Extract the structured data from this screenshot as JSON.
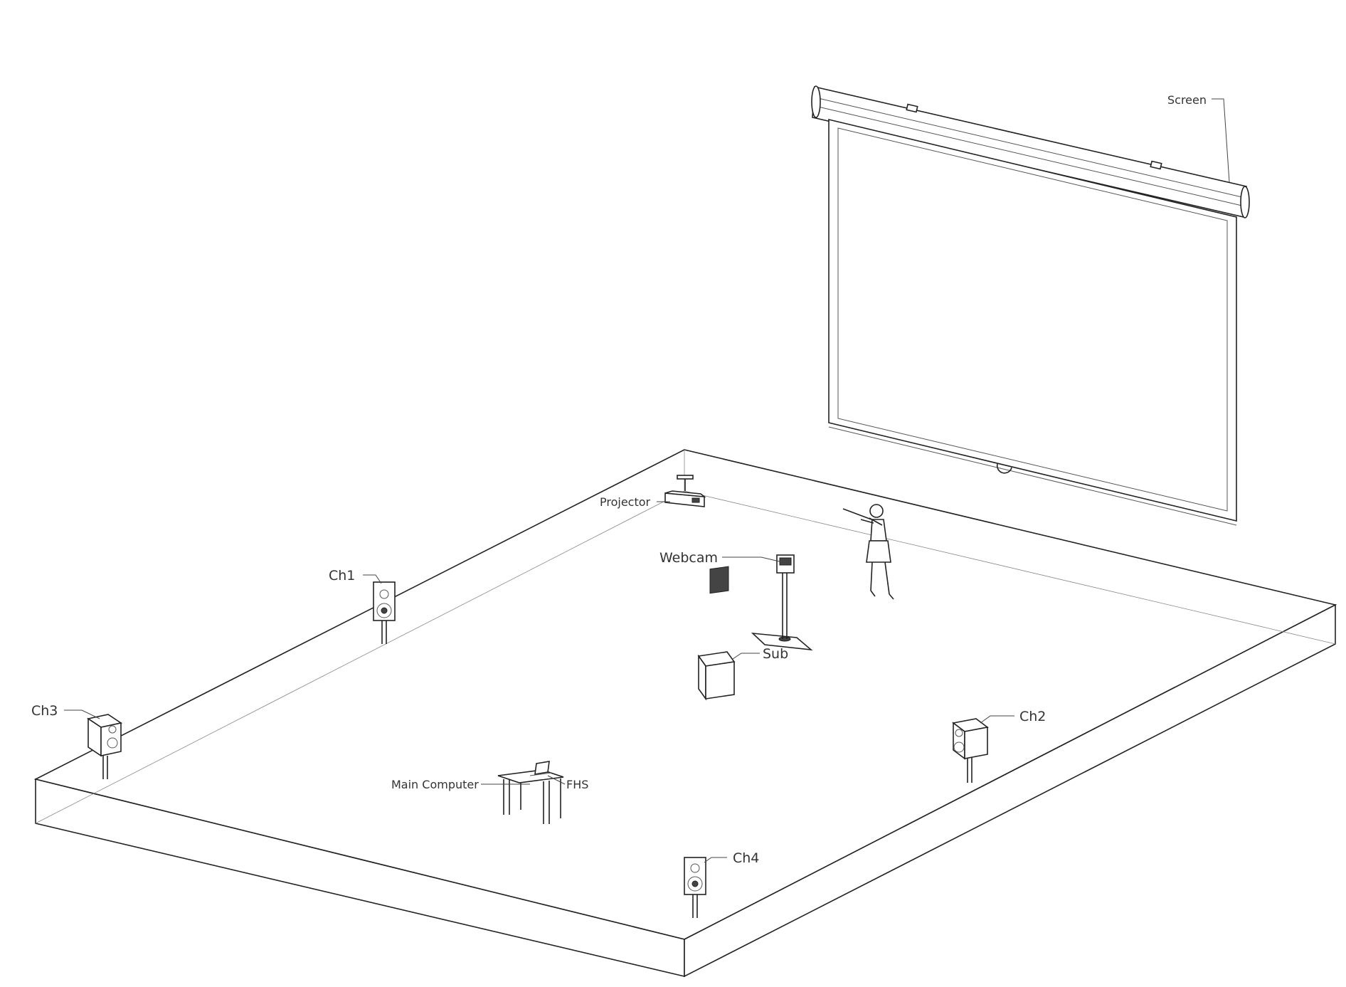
{
  "labels": {
    "screen": "Screen",
    "projector": "Projector",
    "webcam": "Webcam",
    "ch1": "Ch1",
    "ch2": "Ch2",
    "ch3": "Ch3",
    "ch4": "Ch4",
    "sub": "Sub",
    "main_computer": "Main Computer",
    "fhs": "FHS"
  }
}
